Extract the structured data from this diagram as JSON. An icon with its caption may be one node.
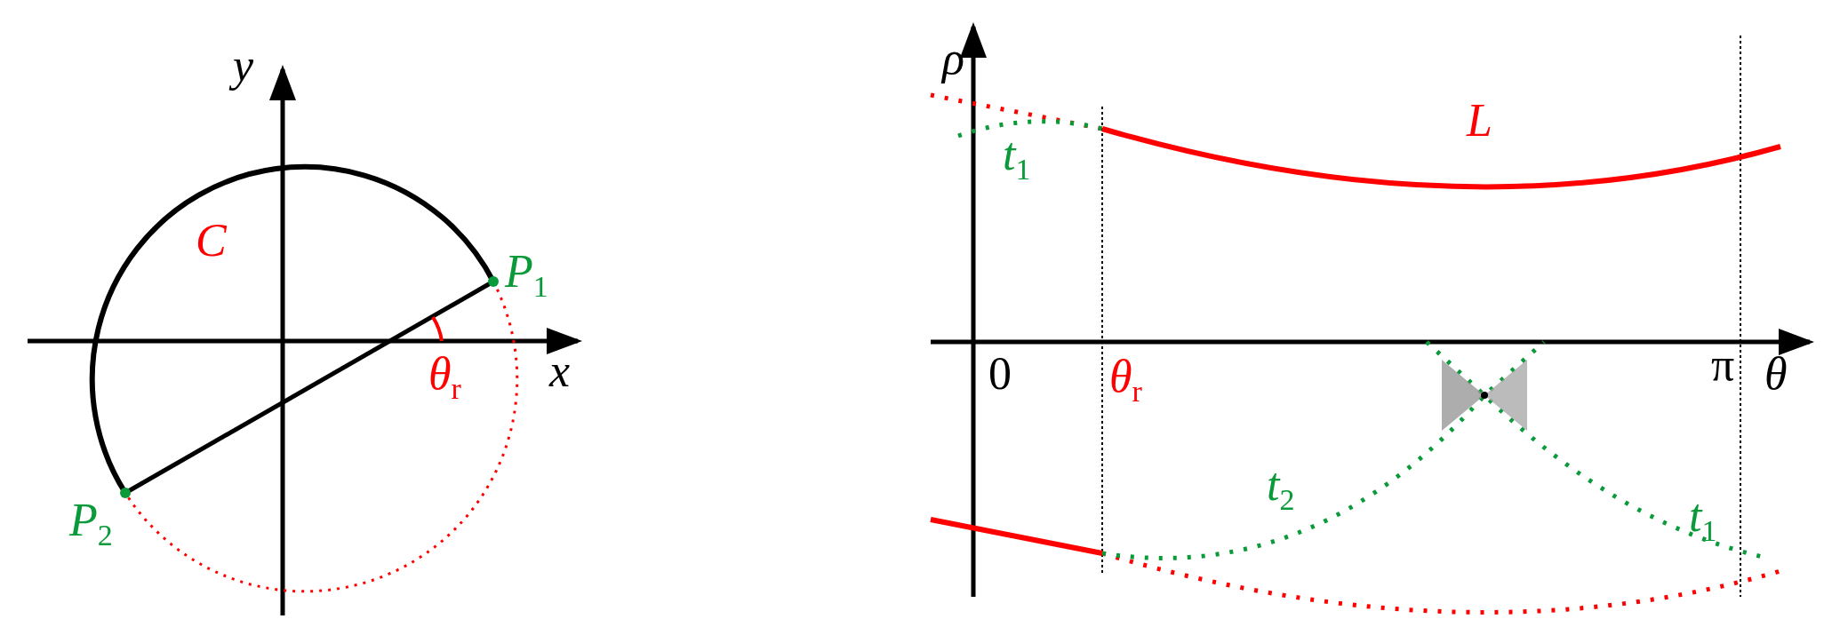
{
  "diagram": {
    "labels": [
      "*y*",
      "*C*",
      "*P*$_{1}$",
      "*x*",
      "*θ*$_{r}$",
      "*P*$_{2}$",
      "*ρ*",
      "*t*$_{1}$",
      "*L*",
      "0",
      "*θ*$_{r}$",
      "π",
      "*θ*",
      "*t*$_{2}$",
      "*t*$_{1}$"
    ]
  }
}
